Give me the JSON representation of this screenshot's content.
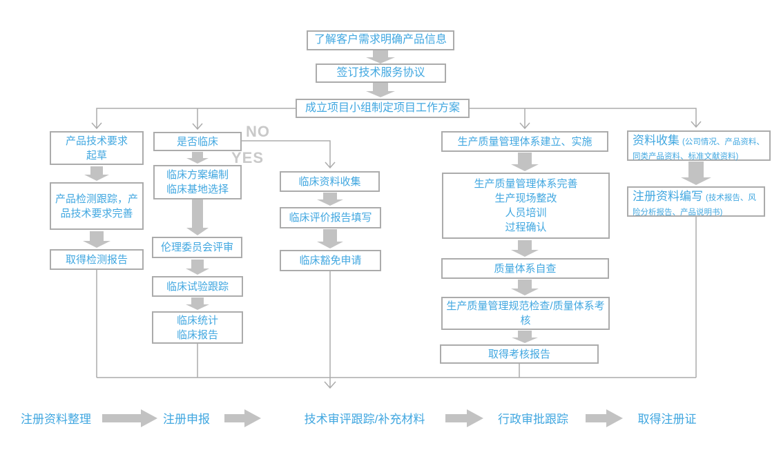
{
  "title_chain": {
    "step1": "了解客户需求明确产品信息",
    "step2": "签订技术服务协议",
    "step3": "成立项目小组制定项目工作方案"
  },
  "decision": {
    "no": "NO",
    "yes": "YES"
  },
  "columns": {
    "product": {
      "draft": "产品技术要求\n起草",
      "testing": "产品检测跟踪，产品技术要求完善",
      "report": "取得检测报告"
    },
    "clinical_trial": {
      "decision": "是否临床",
      "plan": "临床方案编制\n临床基地选择",
      "ethics": "伦理委员会评审",
      "tracking": "临床试验跟踪",
      "stats": "临床统计\n临床报告"
    },
    "clinical_exempt": {
      "collect": "临床资料收集",
      "evaluation": "临床评价报告填写",
      "exemption": "临床豁免申请"
    },
    "quality": {
      "establish": "生产质量管理体系建立、实施",
      "improve": "生产质量管理体系完善\n生产现场整改\n人员培训\n过程确认",
      "self_check": "质量体系自查",
      "inspection": "生产质量管理规范检查/质量体系考核",
      "report": "取得考核报告"
    },
    "dossier": {
      "collect": {
        "title": "资料收集",
        "detail": "(公司情况、产品资料、同类产品资料、标准文献资料)"
      },
      "write": {
        "title": "注册资料编写",
        "detail": "(技术报告、风险分析报告、产品说明书)"
      }
    }
  },
  "bottom_flow": {
    "organize": "注册资料整理",
    "submit": "注册申报",
    "review": "技术审评跟踪/补充材料",
    "approval": "行政审批跟踪",
    "certificate": "取得注册证"
  },
  "colors": {
    "text_blue": "#41a7e0",
    "line_gray": "#ababab",
    "arrow_gray": "#c2c2c2",
    "label_gray": "#c9c9c9"
  }
}
